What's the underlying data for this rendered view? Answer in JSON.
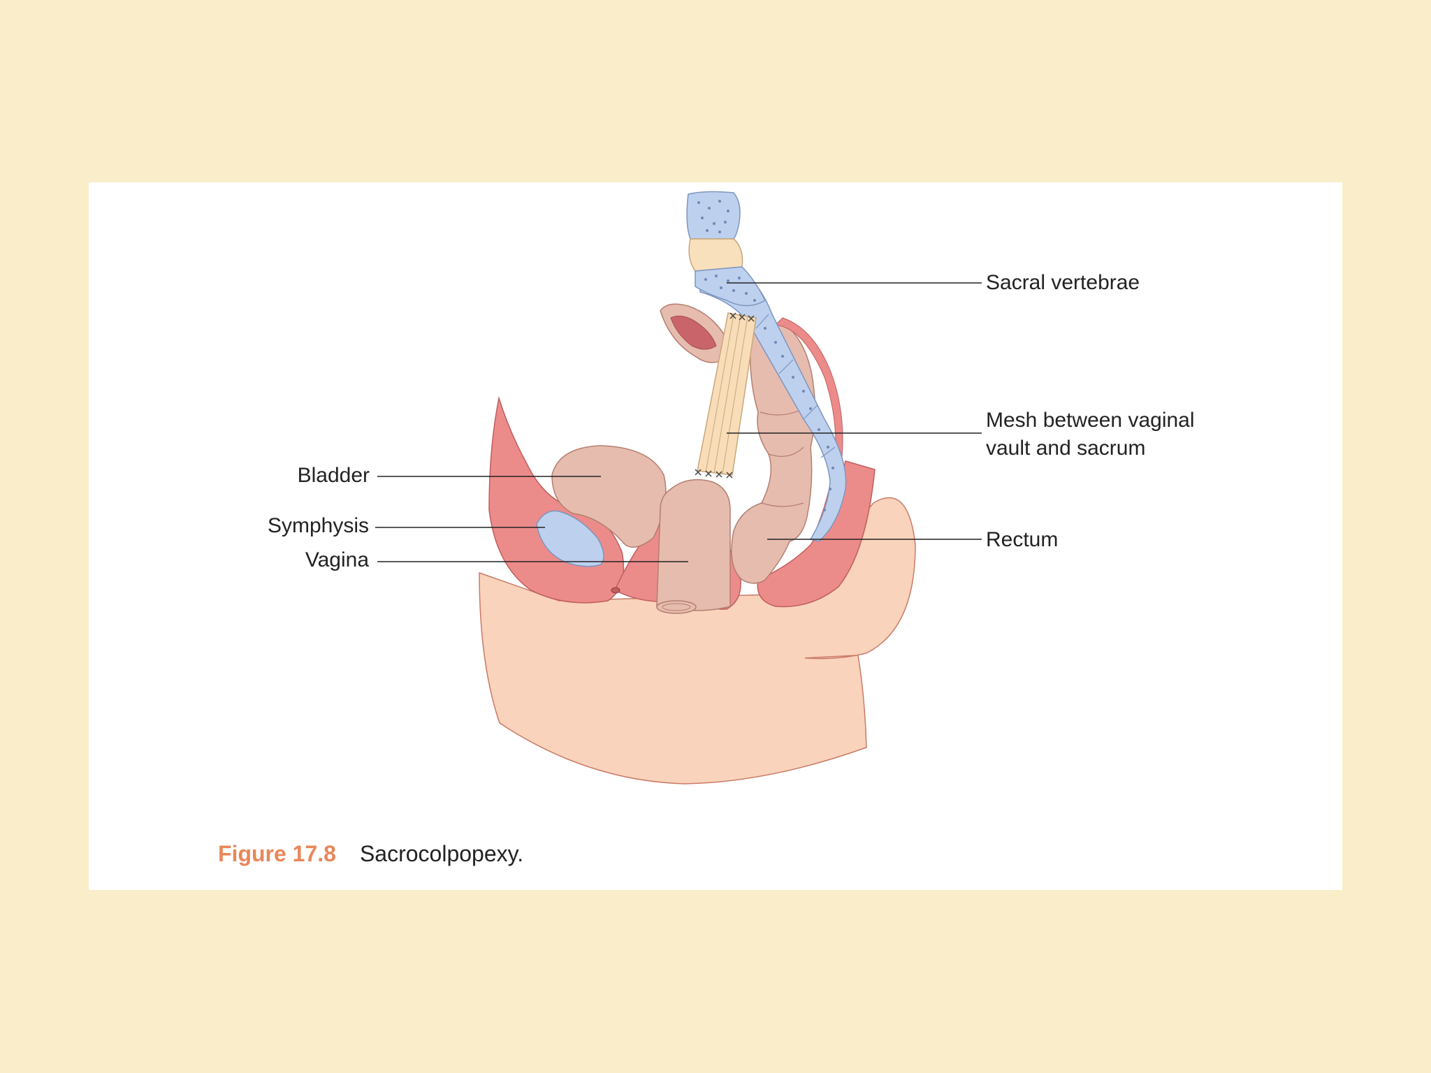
{
  "figure": {
    "number": "Figure 17.8",
    "title": "Sacrocolpopexy."
  },
  "labels": {
    "sacral_vertebrae": "Sacral vertebrae",
    "mesh_line1": "Mesh between vaginal",
    "mesh_line2": "vault and sacrum",
    "bladder": "Bladder",
    "symphysis": "Symphysis",
    "vagina": "Vagina",
    "rectum": "Rectum"
  },
  "colors": {
    "page_background": "#FAEDC9",
    "card_background": "#FFFFFF",
    "skin": "#F9D3BC",
    "muscle": "#EC8C8A",
    "organ": "#E6BCAE",
    "bone": "#BDD0EE",
    "mesh": "#F8DDB8",
    "caption_accent": "#E8875A"
  }
}
